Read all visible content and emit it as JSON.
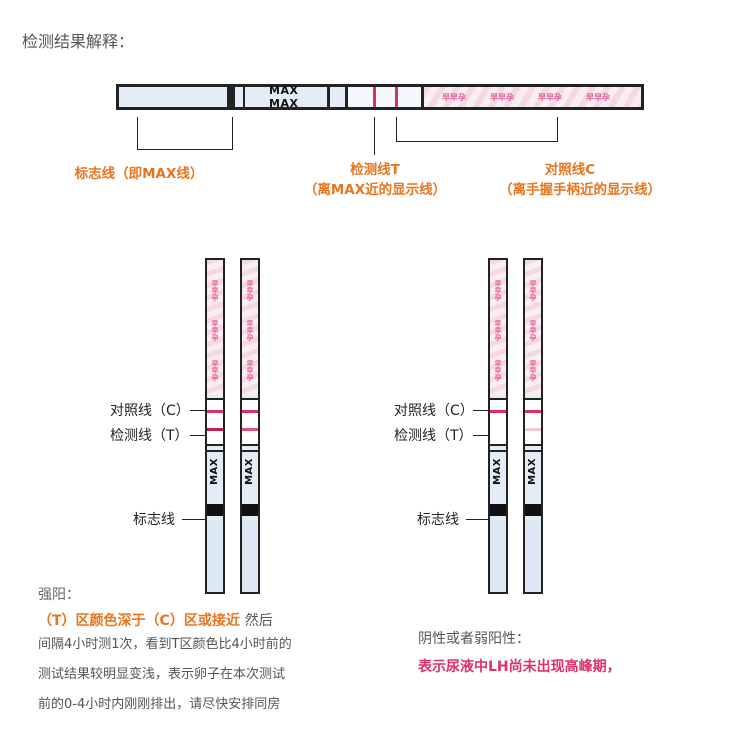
{
  "heading": "检测结果解释：",
  "top_strip": {
    "max_marks": [
      "MAX",
      "MAX"
    ],
    "label_marker": "标志线（即MAX线）",
    "label_test_title": "检测线T",
    "label_test_sub": "（离MAX近的显示线）",
    "label_control_title": "对照线C",
    "label_control_sub": "（离手握手柄近的显示线）",
    "brand_text": "早早孕",
    "colors": {
      "strip_blue": "#e3ecf7",
      "line_red": "#d83060",
      "label_orange": "#e8741e"
    }
  },
  "positive": {
    "label_c": "对照线（C）",
    "label_t": "检测线（T）",
    "label_marker": "标志线",
    "max_text": "MAX",
    "title": "强阳：",
    "emph": "（T）区颜色深于（C）区或接近",
    "emph_rest": "然后",
    "desc_lines": [
      "间隔4小时测1次，看到T区颜色比4小时前的",
      "测试结果较明显变浅，表示卵子在本次测试",
      "前的0-4小时内刚刚排出，请尽快安排同房"
    ]
  },
  "negative": {
    "label_c": "对照线（C）",
    "label_t": "检测线（T）",
    "label_marker": "标志线",
    "max_text": "MAX",
    "title": "阴性或者弱阳性：",
    "desc": "表示尿液中LH尚未出现高峰期，"
  },
  "brand_text": "早早孕"
}
